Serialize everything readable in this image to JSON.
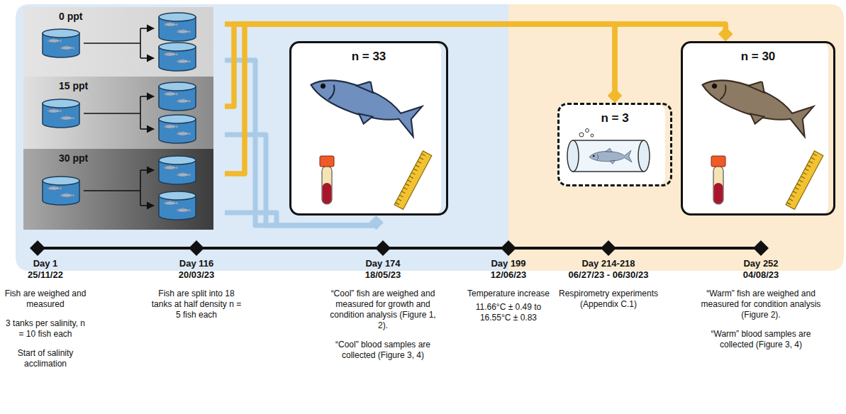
{
  "diagram": {
    "nodes": [
      {
        "text": [
          "0 ppt"
        ]
      },
      {
        "text": [
          "15 ppt"
        ]
      },
      {
        "text": [
          "30 ppt"
        ]
      },
      {
        "text": [
          "n = 33"
        ]
      },
      {
        "text": [
          "n = 3"
        ]
      },
      {
        "text": [
          "n = 30"
        ]
      }
    ],
    "edges": [
      {
        "from": 0,
        "to": 3,
        "arrow": "to"
      },
      {
        "from": 1,
        "to": 3,
        "arrow": "to"
      },
      {
        "from": 2,
        "to": 3,
        "arrow": "to"
      },
      {
        "from": 0,
        "to": 4,
        "arrow": "to"
      },
      {
        "from": 1,
        "to": 4,
        "arrow": "to"
      },
      {
        "from": 2,
        "to": 4,
        "arrow": "to"
      },
      {
        "from": 0,
        "to": 5,
        "arrow": "to"
      },
      {
        "from": 1,
        "to": 5,
        "arrow": "to"
      },
      {
        "from": 2,
        "to": 5,
        "arrow": "to"
      }
    ],
    "labels": [
      "Day 1",
      "25/11/22",
      "Fish are weighed and measured",
      "3 tanks per salinity, n = 10 fish each",
      "Start of salinity acclimation",
      "Day 116",
      "20/03/23",
      "Fish are split into 18 tanks at half density n = 5 fish each",
      "Day 174",
      "18/05/23",
      "“Cool” fish are weighed and measured for growth and condition analysis (Figure 1, 2).",
      "“Cool” blood samples are collected (Figure 3, 4)",
      "Day 199",
      "12/06/23",
      "Temperature increase",
      "11.66°C ± 0.49 to 16.55°C ± 0.83",
      "Day 214-218",
      "06/27/23 - 06/30/23",
      "Respirometry experiments (Appendix C.1)",
      "Day 252",
      "04/08/23",
      "“Warm” fish are weighed and measured for condition analysis (Figure 2).",
      "“Warm” blood samples are collected (Figure 3, 4)"
    ]
  }
}
